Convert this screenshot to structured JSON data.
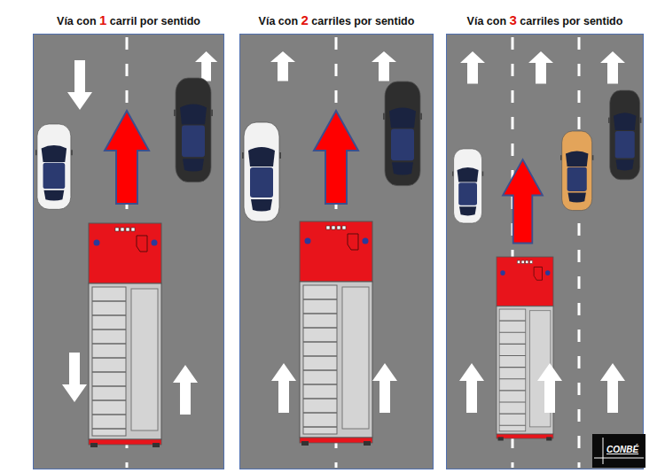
{
  "diagram": {
    "nodes": [
      {
        "text": [
          "Vía con 1 carril por sentido"
        ]
      },
      {
        "text": [
          "Vía con 2 carriles por sentido"
        ]
      },
      {
        "text": [
          "Vía con 3 carriles por sentido"
        ]
      }
    ],
    "labels": [
      "CONBÉ"
    ]
  }
}
